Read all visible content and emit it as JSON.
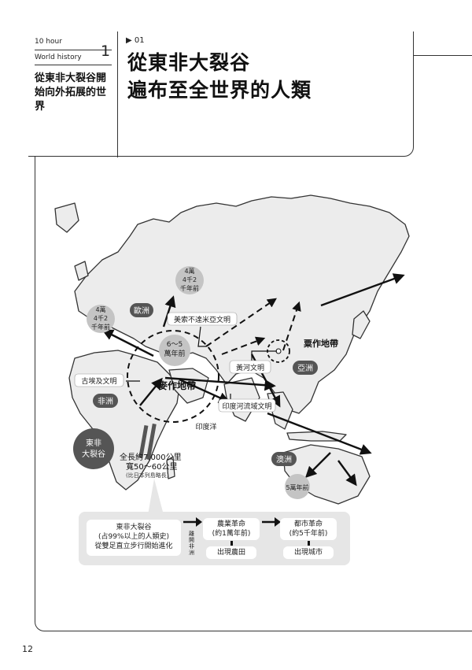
{
  "header": {
    "series_top": "10 hour",
    "series_bottom": "World history",
    "chapter_number": "1",
    "side_title": "從東非大裂谷開始向外拓展的世界",
    "section_marker": "▶ 01",
    "title_line1": "從東非大裂谷",
    "title_line2": "遍布至全世界的人類"
  },
  "map": {
    "labels": {
      "europe": "歐洲",
      "africa": "非洲",
      "asia": "亞洲",
      "australia": "澳洲",
      "east_africa_rift": "東非\n大裂谷",
      "bp_40000_north": "4萬\n4千2\n千年前",
      "bp_40000_west": "4萬\n4千2\n千年前",
      "bp_60000": "6〜5\n萬年前",
      "bp_50000_aus": "5萬年前",
      "mesopotamia": "美索不達米亞文明",
      "egypt": "古埃及文明",
      "yellow_river": "黃河文明",
      "indus": "印度河流域文明",
      "wheat_zone": "麥作地帶",
      "rice_zone": "粟作地帶",
      "indian_ocean": "印度洋",
      "rift_length": "全長約7,000公里",
      "rift_width": "寬50〜60公里",
      "rift_note": "(比日本列島略長)"
    },
    "flow": {
      "box1_line1": "東非大裂谷",
      "box1_line2": "(占99%以上的人類史)",
      "box1_line3": "從雙足直立步行開始進化",
      "leave_africa": "離開非洲",
      "agri_title": "農業革命",
      "agri_sub": "(約1萬年前)",
      "agri_result": "出現農田",
      "urban_title": "都市革命",
      "urban_sub": "(約5千年前)",
      "urban_result": "出現城市"
    }
  },
  "footer": {
    "page_number": "12"
  }
}
